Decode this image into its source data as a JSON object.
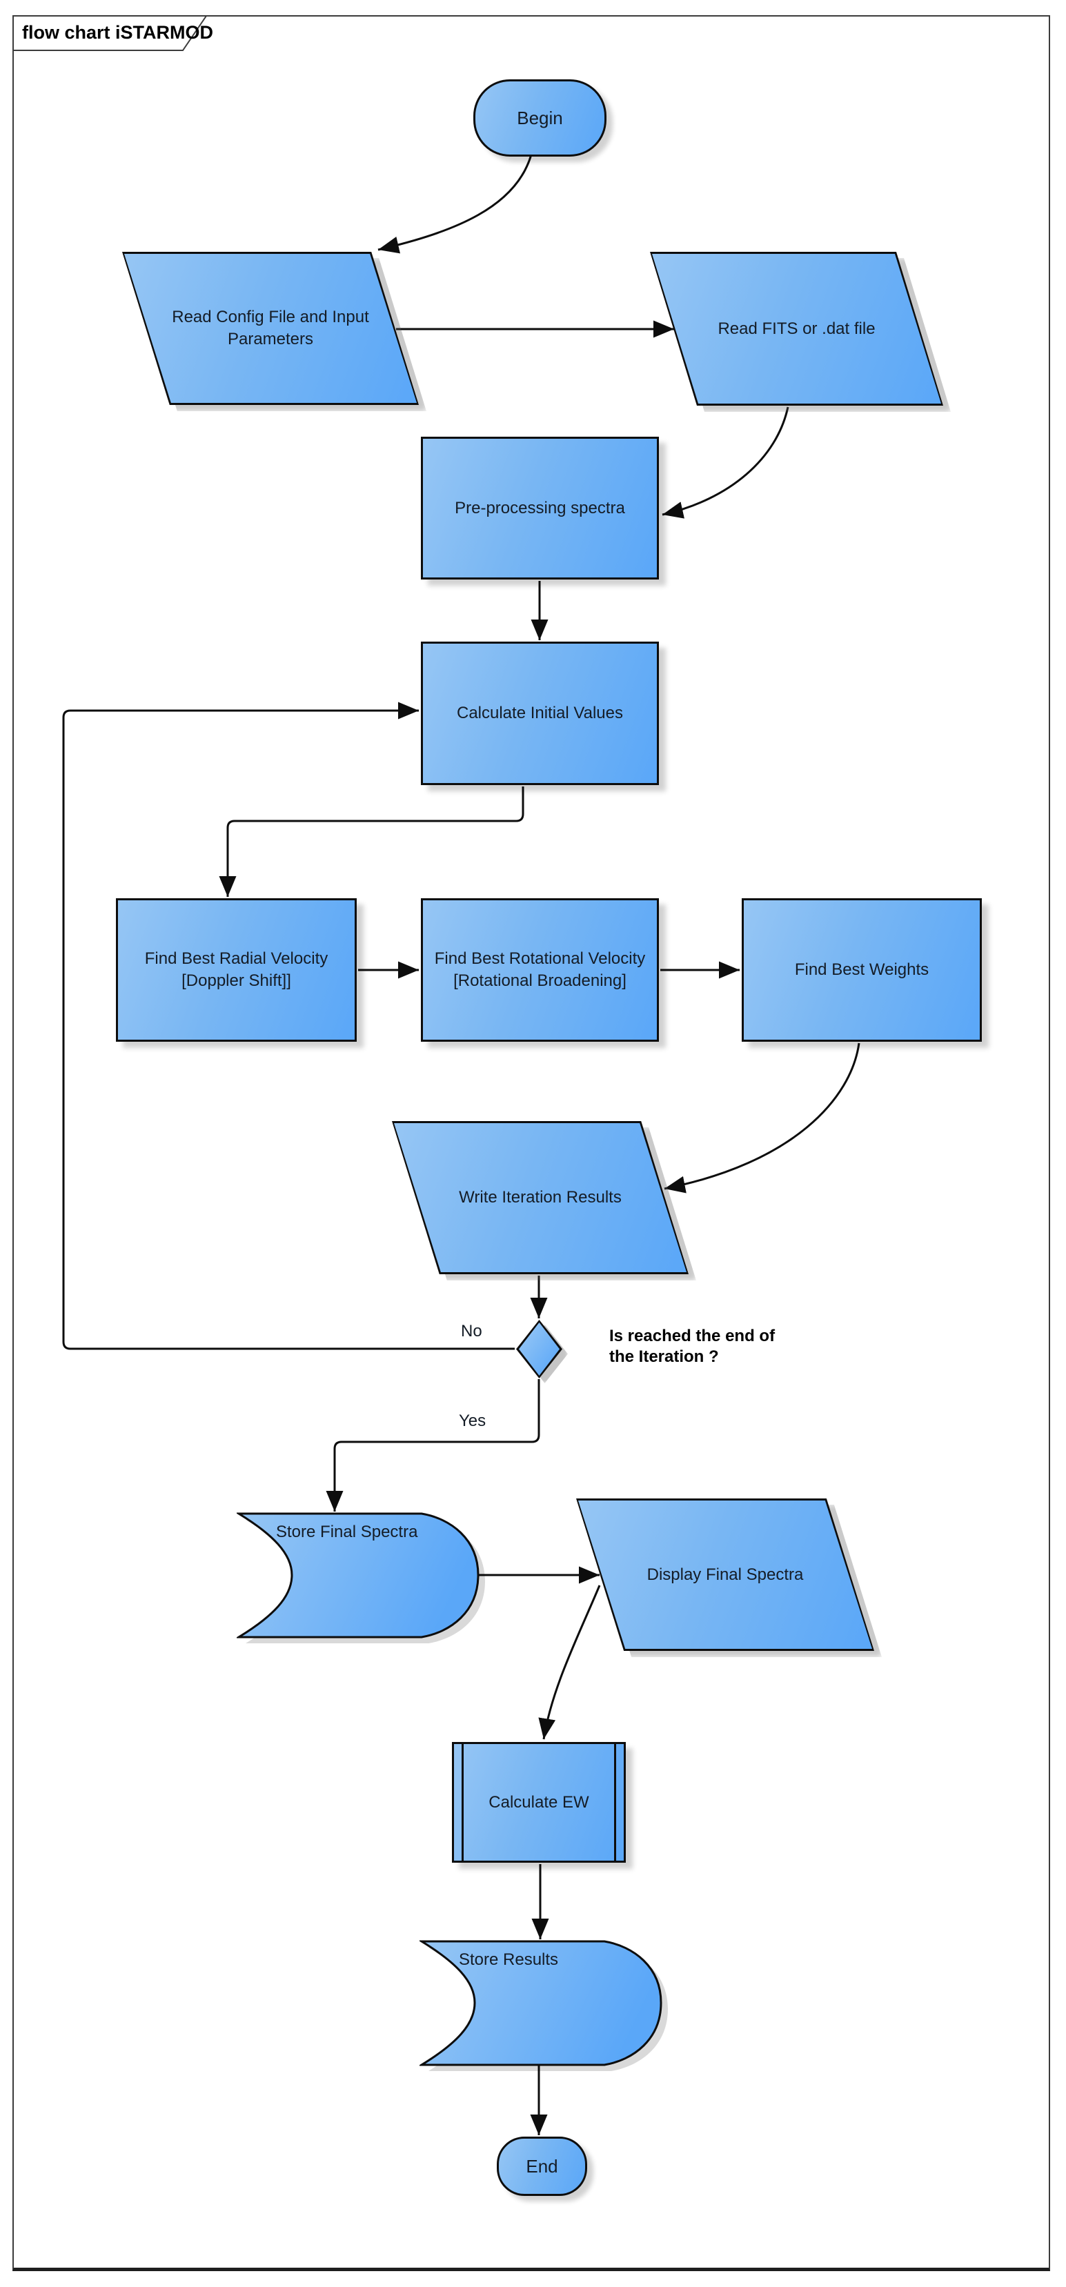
{
  "page": {
    "title": "flow chart iSTARMOD"
  },
  "colors": {
    "fill_light": "#96C6F4",
    "fill_dark": "#5AA7F8",
    "outline": "#0D0D0D",
    "shadow": "rgba(0,0,0,0.18)"
  },
  "nodes": {
    "begin": {
      "type": "terminator",
      "label": "Begin"
    },
    "read_config": {
      "type": "io-parallelogram",
      "label": "Read Config File and Input Parameters"
    },
    "read_fits": {
      "type": "io-parallelogram",
      "label": "Read FITS or .dat file"
    },
    "preprocess": {
      "type": "process",
      "label": "Pre-processing spectra"
    },
    "calc_initial": {
      "type": "process",
      "label": "Calculate Initial Values"
    },
    "find_rv": {
      "type": "process",
      "label": "Find Best Radial Velocity [Doppler Shift]]"
    },
    "find_rot": {
      "type": "process",
      "label": "Find Best Rotational Velocity [Rotational Broadening]"
    },
    "find_weights": {
      "type": "process",
      "label": "Find Best Weights"
    },
    "write_iter": {
      "type": "io-parallelogram",
      "label": "Write Iteration Results"
    },
    "decision": {
      "type": "decision",
      "label": "Is reached the end of the Iteration ?"
    },
    "store_final": {
      "type": "stored-data",
      "label": "Store Final Spectra"
    },
    "display_final": {
      "type": "io-parallelogram",
      "label": "Display Final Spectra"
    },
    "calc_ew": {
      "type": "predefined-process",
      "label": "Calculate EW"
    },
    "store_results": {
      "type": "stored-data",
      "label": "Store Results"
    },
    "end": {
      "type": "terminator",
      "label": "End"
    }
  },
  "edges": {
    "no_label": "No",
    "yes_label": "Yes"
  }
}
